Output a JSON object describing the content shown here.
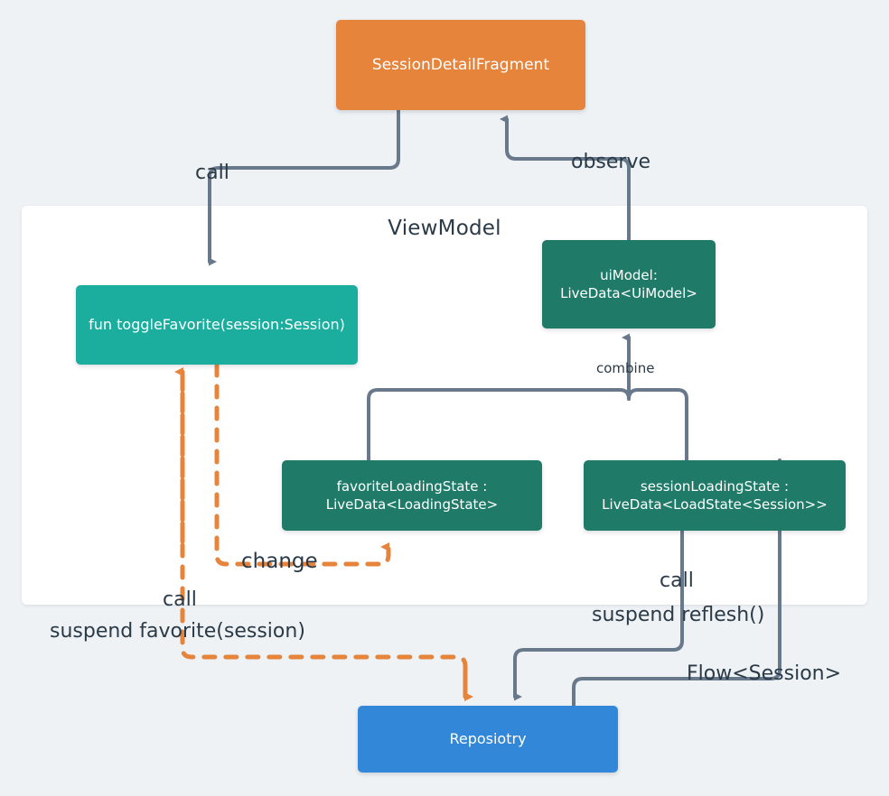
{
  "diagram": {
    "title": "Android MVVM Session Detail architecture",
    "background_color": "#eef2f5",
    "panel": {
      "label": "ViewModel",
      "color": "#ffffff"
    },
    "nodes": [
      {
        "id": "fragment",
        "label": "SessionDetailFragment",
        "color": "#e6843c"
      },
      {
        "id": "togglefav",
        "label": "fun toggleFavorite(session:Session)",
        "color": "#1bae9f"
      },
      {
        "id": "uimodel",
        "line1": "uiModel:",
        "line2": "LiveData<UiModel>",
        "color": "#1f7a68"
      },
      {
        "id": "favstate",
        "line1": "favoriteLoadingState :",
        "line2": "LiveData<LoadingState>",
        "color": "#1f7a68"
      },
      {
        "id": "sessionstate",
        "line1": "sessionLoadingState :",
        "line2": "LiveData<LoadState<Session>>",
        "color": "#1f7a68"
      },
      {
        "id": "repository",
        "label": "Reposiotry",
        "color": "#3387d8"
      }
    ],
    "edges": [
      {
        "id": "call-top",
        "label": "call",
        "style": "solid",
        "color": "#69798c",
        "from": "fragment",
        "to": "togglefav"
      },
      {
        "id": "observe",
        "label": "observe",
        "style": "solid",
        "color": "#69798c",
        "from": "uimodel",
        "to": "fragment"
      },
      {
        "id": "combine",
        "label": "combine",
        "style": "solid",
        "color": "#69798c",
        "from": "favstate+sessionstate",
        "to": "uimodel"
      },
      {
        "id": "change",
        "label": "change",
        "style": "dashed",
        "color": "#e6843c",
        "from": "togglefav",
        "to": "favstate"
      },
      {
        "id": "call-left",
        "label": "call",
        "style": "dashed",
        "color": "#e6843c",
        "from": "togglefav",
        "to": "repository"
      },
      {
        "id": "suspend-fav",
        "label": "suspend favorite(session)",
        "style": "dashed",
        "color": "#e6843c",
        "from": "togglefav",
        "to": "repository"
      },
      {
        "id": "call-right",
        "label": "call",
        "style": "solid",
        "color": "#69798c",
        "from": "repository",
        "to": "sessionstate"
      },
      {
        "id": "suspend-reflesh",
        "label": "suspend reflesh()",
        "style": "solid",
        "color": "#69798c",
        "from": "repository",
        "to": "sessionstate"
      },
      {
        "id": "flow",
        "label": "Flow<Session>",
        "style": "solid",
        "color": "#69798c",
        "from": "repository",
        "to": "sessionstate"
      }
    ]
  }
}
